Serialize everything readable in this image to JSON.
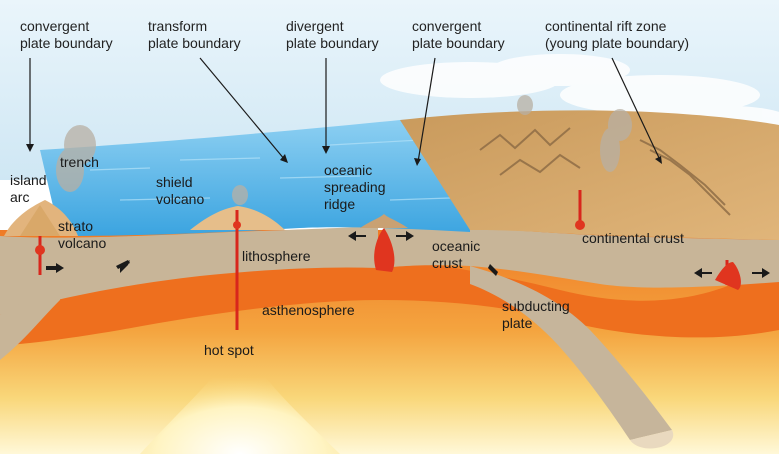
{
  "labels": {
    "convergent_left": [
      "convergent",
      "plate boundary"
    ],
    "transform": [
      "transform",
      "plate boundary"
    ],
    "divergent": [
      "divergent",
      "plate boundary"
    ],
    "convergent_right": [
      "convergent",
      "plate boundary"
    ],
    "rift": [
      "continental rift zone",
      "(young plate boundary)"
    ],
    "trench": "trench",
    "island_arc": [
      "island",
      "arc"
    ],
    "shield_volcano": [
      "shield",
      "volcano"
    ],
    "strato_volcano": [
      "strato",
      "volcano"
    ],
    "oceanic_ridge": [
      "oceanic",
      "spreading",
      "ridge"
    ],
    "lithosphere": "lithosphere",
    "oceanic_crust": [
      "oceanic",
      "crust"
    ],
    "continental_crust": "continental crust",
    "asthenosphere": "asthenosphere",
    "subducting_plate": [
      "subducting",
      "plate"
    ],
    "hot_spot": "hot spot"
  },
  "colors": {
    "sky": "#d9ecf7",
    "ocean": "#5fb8e8",
    "lithosphere": "#c9b79a",
    "asthenosphere": "#f07d2a",
    "mantle_deep": "#f6b54a",
    "core_glow": "#fff6c8",
    "magma": "#d8261c",
    "land": "#d7a86a"
  }
}
